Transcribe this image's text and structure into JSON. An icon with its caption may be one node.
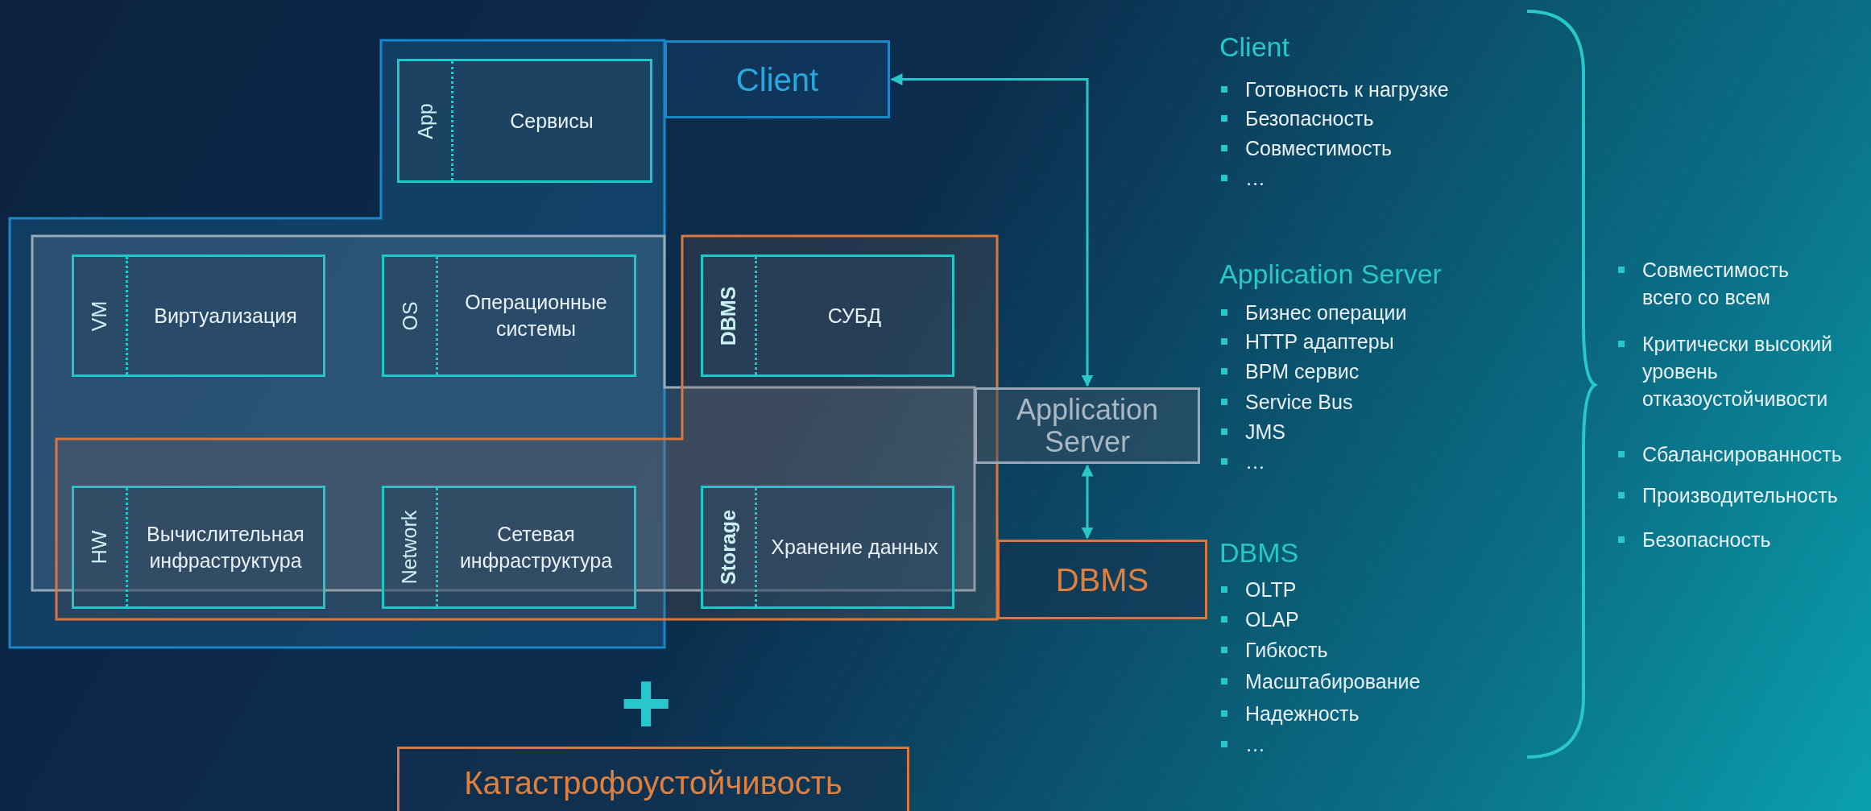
{
  "diagram": {
    "nodes": [
      {
        "text": [
          "Client"
        ]
      },
      {
        "text": [
          "App",
          "Сервисы"
        ]
      },
      {
        "text": [
          "VM",
          "Виртуализация"
        ]
      },
      {
        "text": [
          "OS",
          "Операционные системы"
        ]
      },
      {
        "text": [
          "DBMS",
          "СУБД"
        ]
      },
      {
        "text": [
          "HW",
          "Вычислительная инфраструктура"
        ]
      },
      {
        "text": [
          "Network",
          "Сетевая инфраструктура"
        ]
      },
      {
        "text": [
          "Storage",
          "Хранение данных"
        ]
      },
      {
        "text": [
          "Application Server"
        ]
      },
      {
        "text": [
          "DBMS"
        ]
      },
      {
        "text": [
          "Катастрофоустойчивость"
        ]
      }
    ],
    "edges": [
      {
        "from": 0,
        "to": 8,
        "arrow": "both"
      },
      {
        "from": 8,
        "to": 9,
        "arrow": "both"
      }
    ],
    "labels": [
      "Client",
      "Готовность к нагрузке",
      "Безопасность",
      "Совместимость",
      "…",
      "Application Server",
      "Бизнес операции",
      "HTTP адаптеры",
      "BPM сервис",
      "Service Bus",
      "JMS",
      "…",
      "DBMS",
      "OLTP",
      "OLAP",
      "Гибкость",
      "Масштабирование",
      "Надежность",
      "…",
      "Совместимость всего со всем",
      "Критически высокий уровень отказоустойчивости",
      "Сбалансированность",
      "Производительность",
      "Безопасность",
      "+"
    ]
  }
}
